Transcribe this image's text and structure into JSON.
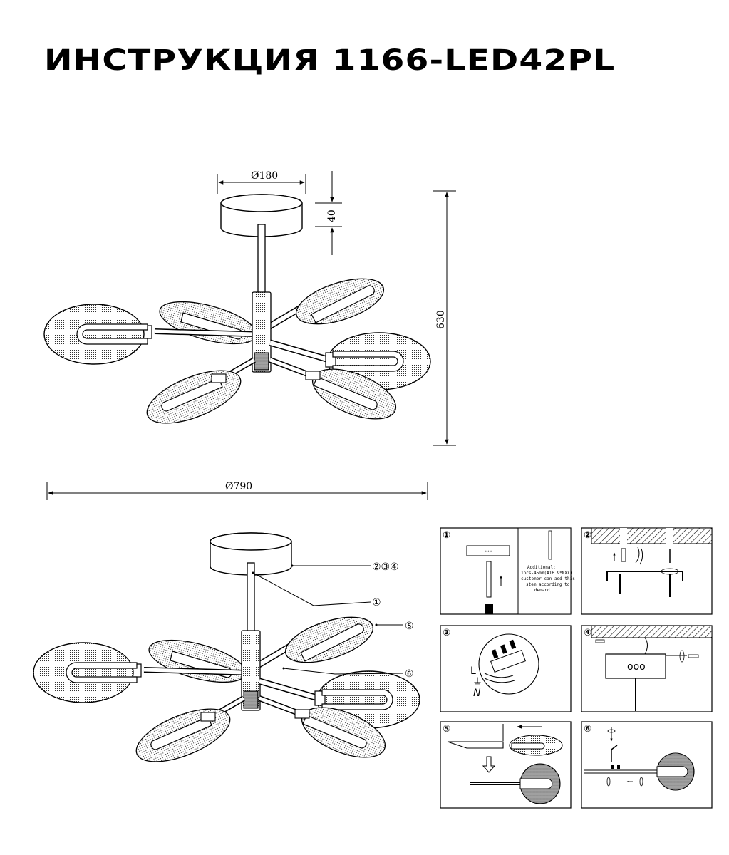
{
  "title": "ИНСТРУКЦИЯ 1166-LED42PL",
  "dimensions": {
    "canopy_diameter": "Ø180",
    "canopy_height": "40",
    "total_height": "630",
    "total_diameter": "Ø790"
  },
  "callouts": {
    "canopy_steps": "②③④",
    "rod": "①",
    "shade": "⑤",
    "arm": "⑥"
  },
  "steps": [
    {
      "number": "①",
      "note": [
        "Additional:",
        "1pcs-45mm(Φ16.9*NXX)",
        "customer can add this",
        "stem according to",
        "demand."
      ]
    },
    {
      "number": "②"
    },
    {
      "number": "③",
      "wire_l": "L",
      "wire_n": "N",
      "ground": "⏚"
    },
    {
      "number": "④"
    },
    {
      "number": "⑤"
    },
    {
      "number": "⑥"
    }
  ],
  "colors": {
    "line": "#000000",
    "stipple": "#000000",
    "hatch": "#000000"
  }
}
